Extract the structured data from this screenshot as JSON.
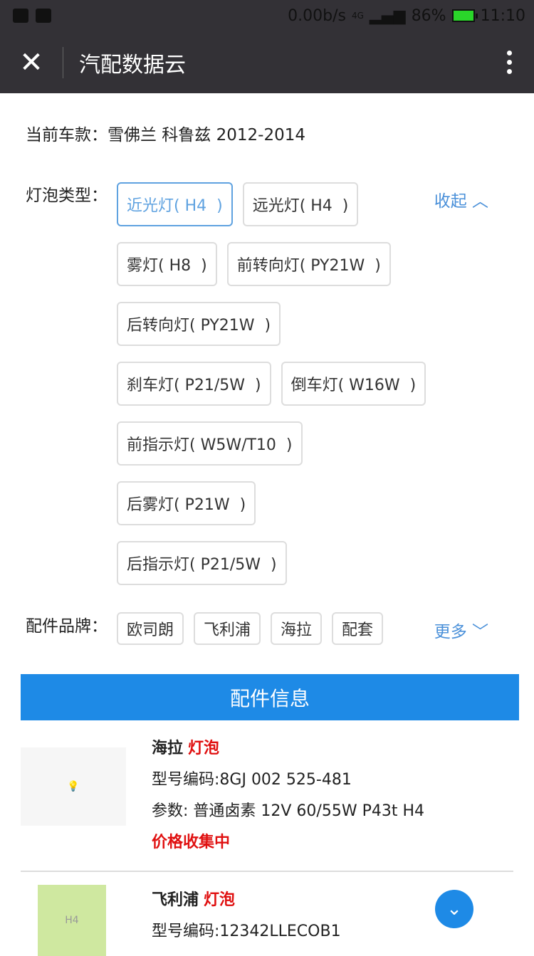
{
  "status": {
    "speed": "0.00b/s",
    "network": "4G",
    "battery": "86%",
    "time": "11:10"
  },
  "nav": {
    "close": "✕",
    "title": "汽配数据云"
  },
  "car": {
    "label": "当前车款：",
    "value": "雪佛兰 科鲁兹 2012-2014"
  },
  "bulb": {
    "label": "灯泡类型：",
    "toggle": "收起 ︿",
    "items": [
      "近光灯( H4  )",
      "远光灯( H4  )",
      "雾灯( H8  )",
      "前转向灯( PY21W  )",
      "后转向灯( PY21W  )",
      "刹车灯( P21/5W  )",
      "倒车灯( W16W  )",
      "前指示灯( W5W/T10  )",
      "后雾灯( P21W  )",
      "后指示灯( P21/5W  )"
    ]
  },
  "brand": {
    "label": "配件品牌：",
    "toggle": "更多 ﹀",
    "items": [
      "欧司朗",
      "飞利浦",
      "海拉",
      "配套"
    ]
  },
  "banner": "配件信息",
  "products": [
    {
      "brand": "海拉",
      "type": "灯泡",
      "code": "型号编码:8GJ 002 525-481",
      "params": "参数: 普通卤素  12V  60/55W  P43t  H4",
      "price": "价格收集中"
    },
    {
      "brand": "飞利浦",
      "type": "灯泡",
      "code": "型号编码:12342LLECOB1"
    }
  ]
}
